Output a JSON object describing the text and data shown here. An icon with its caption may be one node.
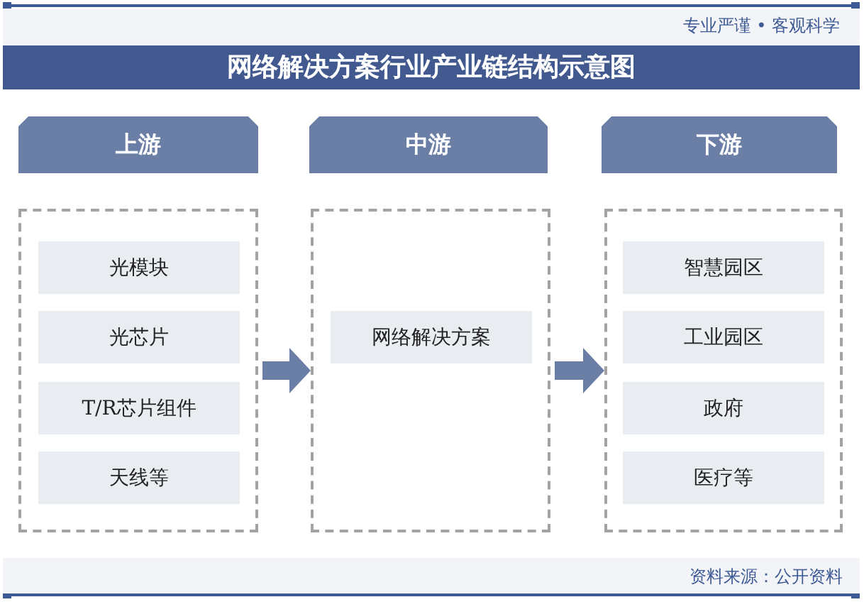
{
  "diagram": {
    "title": "网络解决方案行业产业链结构示意图",
    "nodes": [
      {
        "text": [
          "上游"
        ]
      },
      {
        "text": [
          "中游"
        ]
      },
      {
        "text": [
          "下游"
        ]
      },
      {
        "text": [],
        "shape": "box"
      },
      {
        "text": [
          "光模块"
        ],
        "in": 3
      },
      {
        "text": [
          "光芯片"
        ],
        "in": 3
      },
      {
        "text": [
          "T/R芯片组件"
        ],
        "in": 3
      },
      {
        "text": [
          "天线等"
        ],
        "in": 3
      },
      {
        "text": [],
        "shape": "box"
      },
      {
        "text": [
          "网络解决方案"
        ],
        "in": 8
      },
      {
        "text": [],
        "shape": "box"
      },
      {
        "text": [
          "智慧园区"
        ],
        "in": 10
      },
      {
        "text": [
          "工业园区"
        ],
        "in": 10
      },
      {
        "text": [
          "政府"
        ],
        "in": 10
      },
      {
        "text": [
          "医疗等"
        ],
        "in": 10
      }
    ],
    "edges": [
      {
        "from": 3,
        "to": 8,
        "arrow": "to"
      },
      {
        "from": 8,
        "to": 10,
        "arrow": "to"
      }
    ],
    "labels": [
      "专业严谨 • 客观科学",
      "资料来源：公开资料"
    ]
  }
}
